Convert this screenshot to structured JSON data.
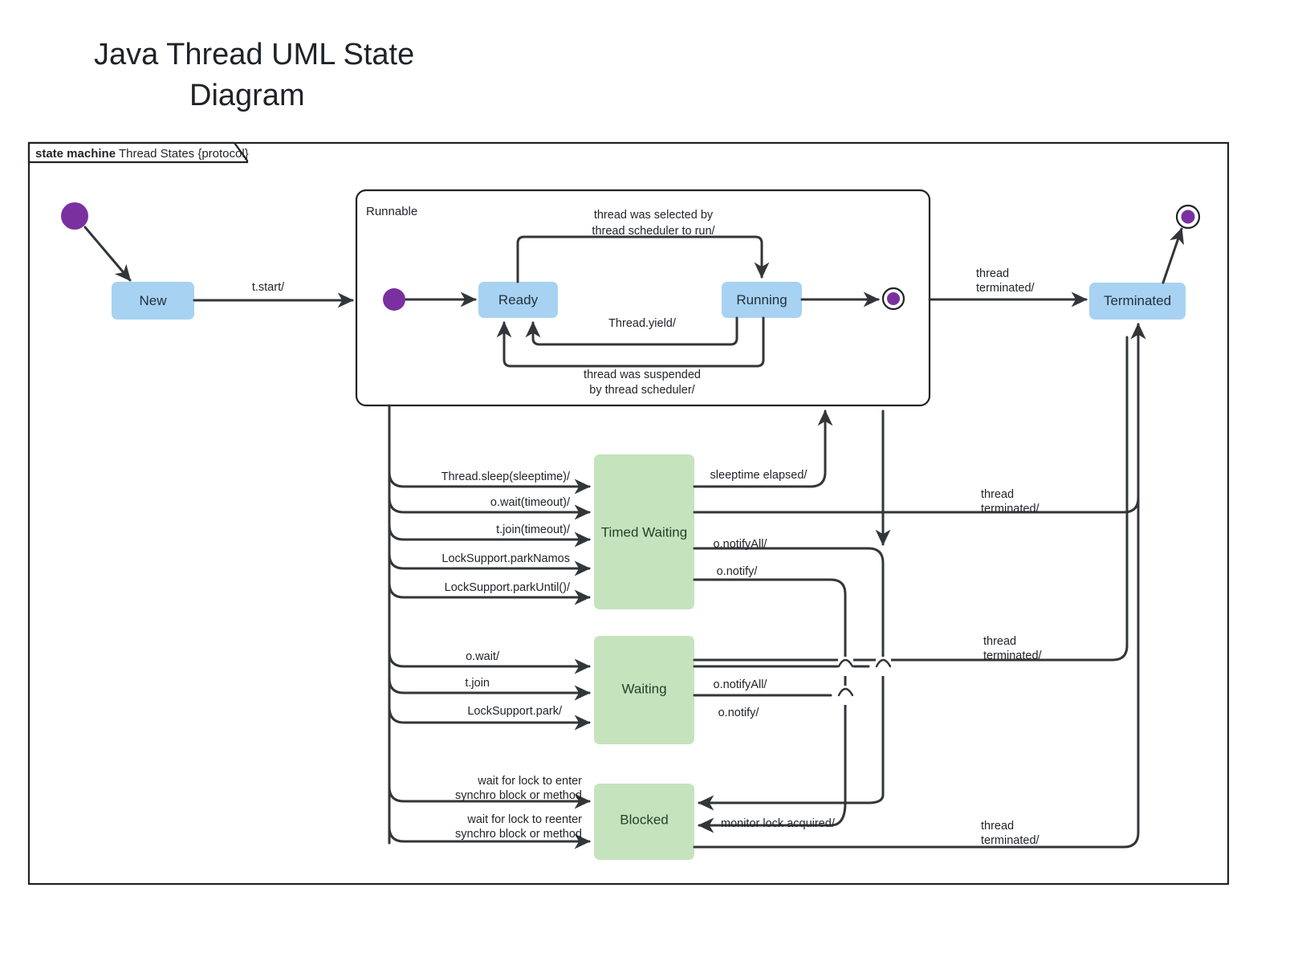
{
  "title": {
    "line1": "Java Thread UML State",
    "line2": "Diagram"
  },
  "frame": {
    "keyword": "state machine",
    "name": " Thread States {protocol}"
  },
  "composite": {
    "label": "Runnable"
  },
  "states": {
    "new": "New",
    "ready": "Ready",
    "running": "Running",
    "terminated": "Terminated",
    "timed_waiting": "Timed Waiting",
    "waiting": "Waiting",
    "blocked": "Blocked"
  },
  "colors": {
    "state_blue": "#a7d2f2",
    "state_green": "#c5e3bd",
    "node_purple": "#7b30a0",
    "line": "#333639",
    "text": "#1f2328"
  },
  "transitions": {
    "start": "t.start/",
    "selected_line1": "thread was selected by",
    "selected_line2": "thread scheduler to run/",
    "yield": "Thread.yield/",
    "suspended_line1": "thread was suspended",
    "suspended_line2": "by thread scheduler/",
    "terminated_top_line1": "thread",
    "terminated_top_line2": "terminated/",
    "sleep": "Thread.sleep(sleeptime)/",
    "wait_timeout": "o.wait(timeout)/",
    "join_timeout": "t.join(timeout)/",
    "park_nanos": "LockSupport.parkNamos",
    "park_until": "LockSupport.parkUntil()/",
    "sleeptime_elapsed": "sleeptime elapsed/",
    "notify_all_timed": "o.notifyAll/",
    "notify_timed": "o.notify/",
    "terminated_tw_line1": "thread",
    "terminated_tw_line2": "terminated/",
    "wait": "o.wait/",
    "join": "t.join",
    "park": "LockSupport.park/",
    "notify_all_waiting": "o.notifyAll/",
    "notify_waiting": "o.notify/",
    "terminated_w_line1": "thread",
    "terminated_w_line2": "terminated/",
    "lock_enter_line1": "wait for lock to enter",
    "lock_enter_line2": "synchro block or method",
    "lock_reenter_line1": "wait for lock to reenter",
    "lock_reenter_line2": "synchro block or method",
    "monitor_acquired": "monitor lock acquired/",
    "terminated_b_line1": "thread",
    "terminated_b_line2": "terminated/"
  }
}
